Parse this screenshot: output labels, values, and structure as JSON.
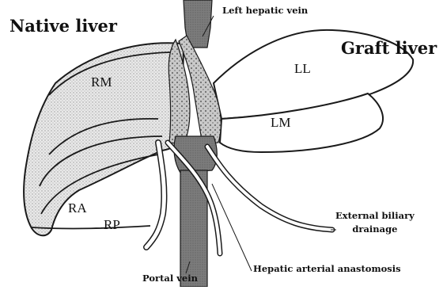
{
  "labels": {
    "native_liver": "Native liver",
    "graft_liver": "Graft liver",
    "left_hepatic_vein": "Left hepatic vein",
    "rm": "RM",
    "ll": "LL",
    "lm": "LM",
    "ra": "RA",
    "rp": "RP",
    "external_biliary_drainage_line1": "External biliary",
    "external_biliary_drainage_line2": "drainage",
    "hepatic_arterial_anastomosis": "Hepatic arterial anastomosis",
    "portal_vein": "Portal vein"
  },
  "colors": {
    "outline": "#1a1a1a",
    "vessel_fill": "#7a7a7a",
    "native_stipple": "#c8c8c8",
    "graft_fill": "#ffffff",
    "dotted_vein": "#b5b5b5"
  }
}
